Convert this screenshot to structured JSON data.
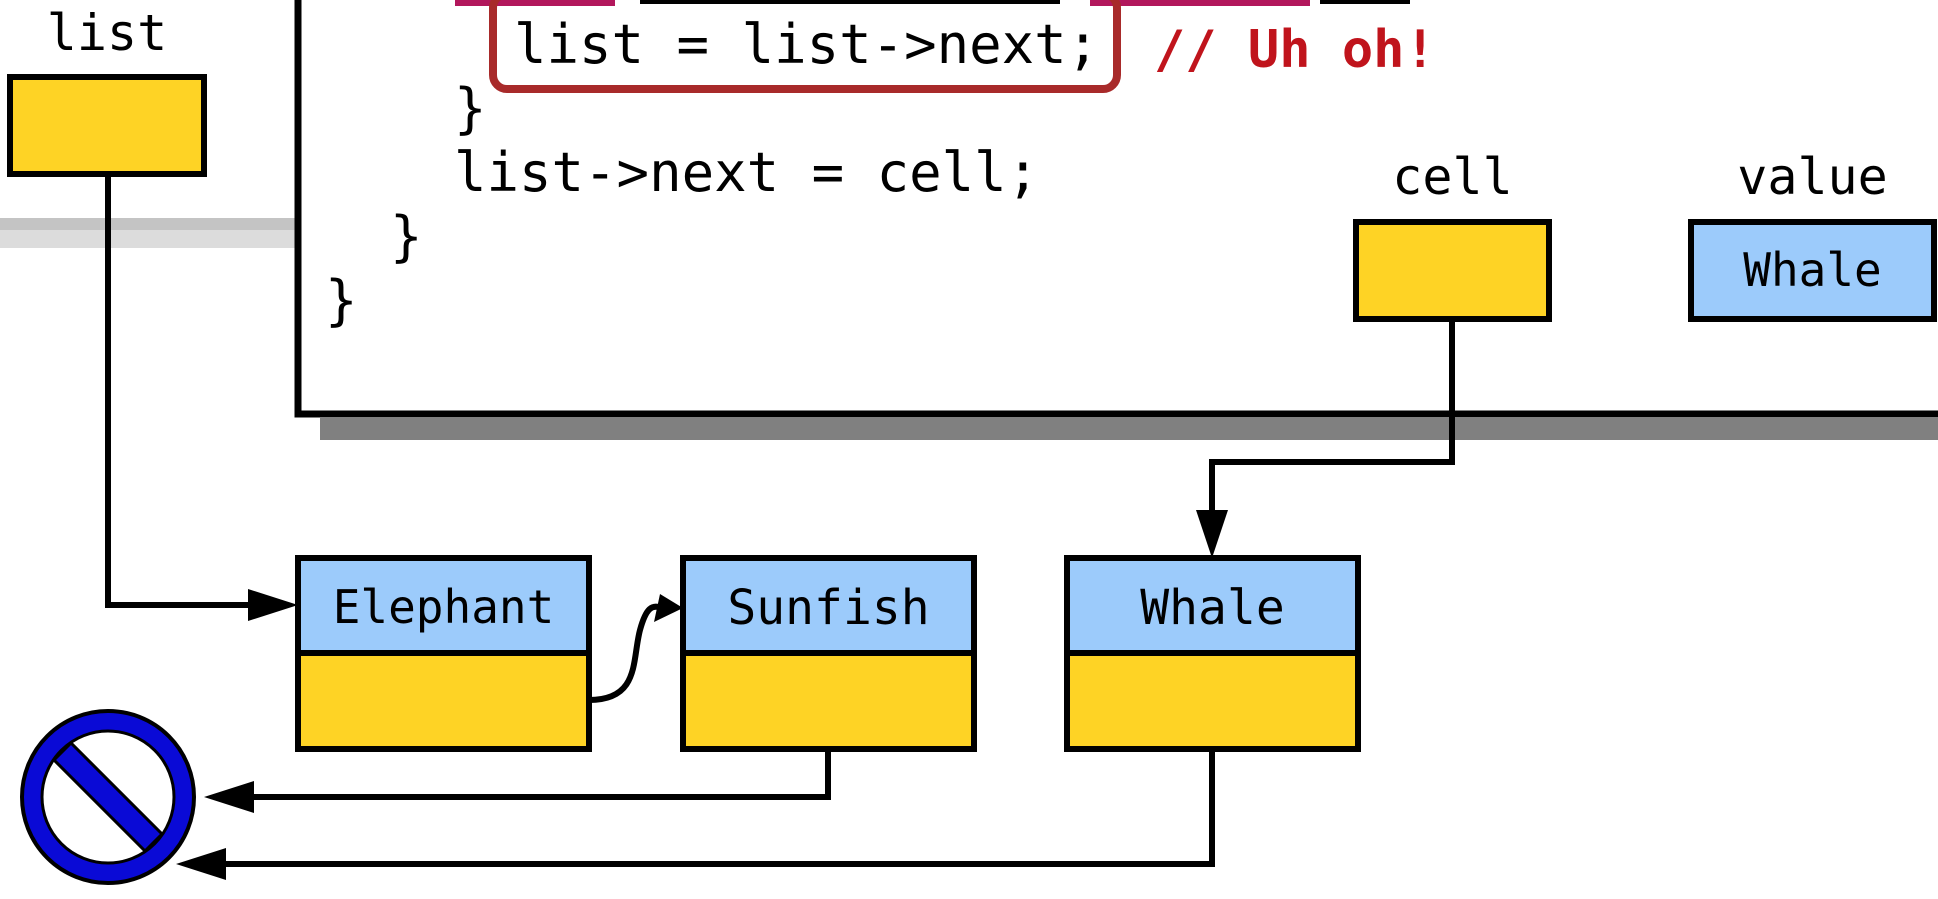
{
  "code": {
    "line_loop_body": "list = list->next;",
    "comment": "// Uh oh!",
    "line_close_inner": "}",
    "line_assign": "list->next = cell;",
    "line_close_mid": "}",
    "line_close_outer": "}"
  },
  "variables": {
    "list_label": "list",
    "cell_label": "cell",
    "value_label": "value",
    "value_content": "Whale"
  },
  "nodes": [
    {
      "value": "Elephant"
    },
    {
      "value": "Sunfish"
    },
    {
      "value": "Whale"
    }
  ],
  "colors": {
    "pointer_fill": "#fed325",
    "value_fill": "#9ccbfb",
    "highlight_border": "#a82a2a",
    "comment": "#c0141c",
    "keyword_partial": "#b2175c",
    "null_symbol": "#0a0ad6",
    "shadow_dark": "#808080",
    "shadow_light": "#d8d8d8"
  },
  "icons": {
    "null": "no-entry-null-icon"
  }
}
